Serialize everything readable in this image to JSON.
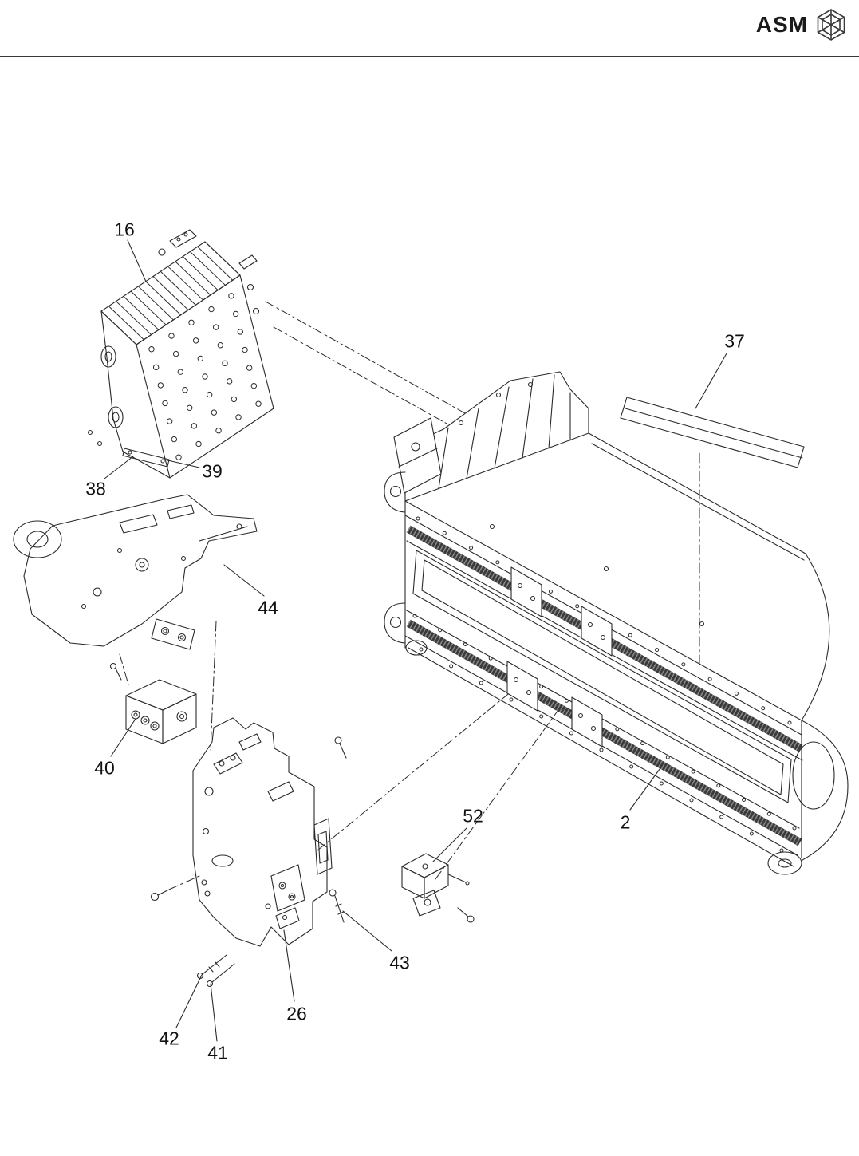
{
  "header": {
    "brand": "ASM",
    "logo_icon": "asm-hexagon-logo"
  },
  "colors": {
    "background": "#ffffff",
    "line": "#2a2a2a"
  },
  "diagram": {
    "type": "exploded-parts-diagram",
    "callouts": [
      {
        "id": "16"
      },
      {
        "id": "38"
      },
      {
        "id": "39"
      },
      {
        "id": "44"
      },
      {
        "id": "40"
      },
      {
        "id": "26"
      },
      {
        "id": "42"
      },
      {
        "id": "41"
      },
      {
        "id": "43"
      },
      {
        "id": "52"
      },
      {
        "id": "2"
      },
      {
        "id": "37"
      }
    ]
  }
}
